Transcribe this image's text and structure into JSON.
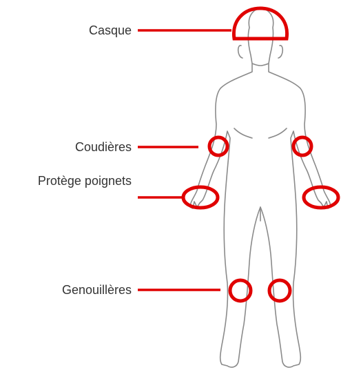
{
  "labels": {
    "helmet": "Casque",
    "elbow_pads": "Coudières",
    "wrist_guards": "Protège poignets",
    "knee_pads": "Genouillères"
  },
  "colors": {
    "highlight": "#e00000",
    "outline": "#8a8a8a",
    "text": "#333333",
    "background": "#ffffff"
  }
}
